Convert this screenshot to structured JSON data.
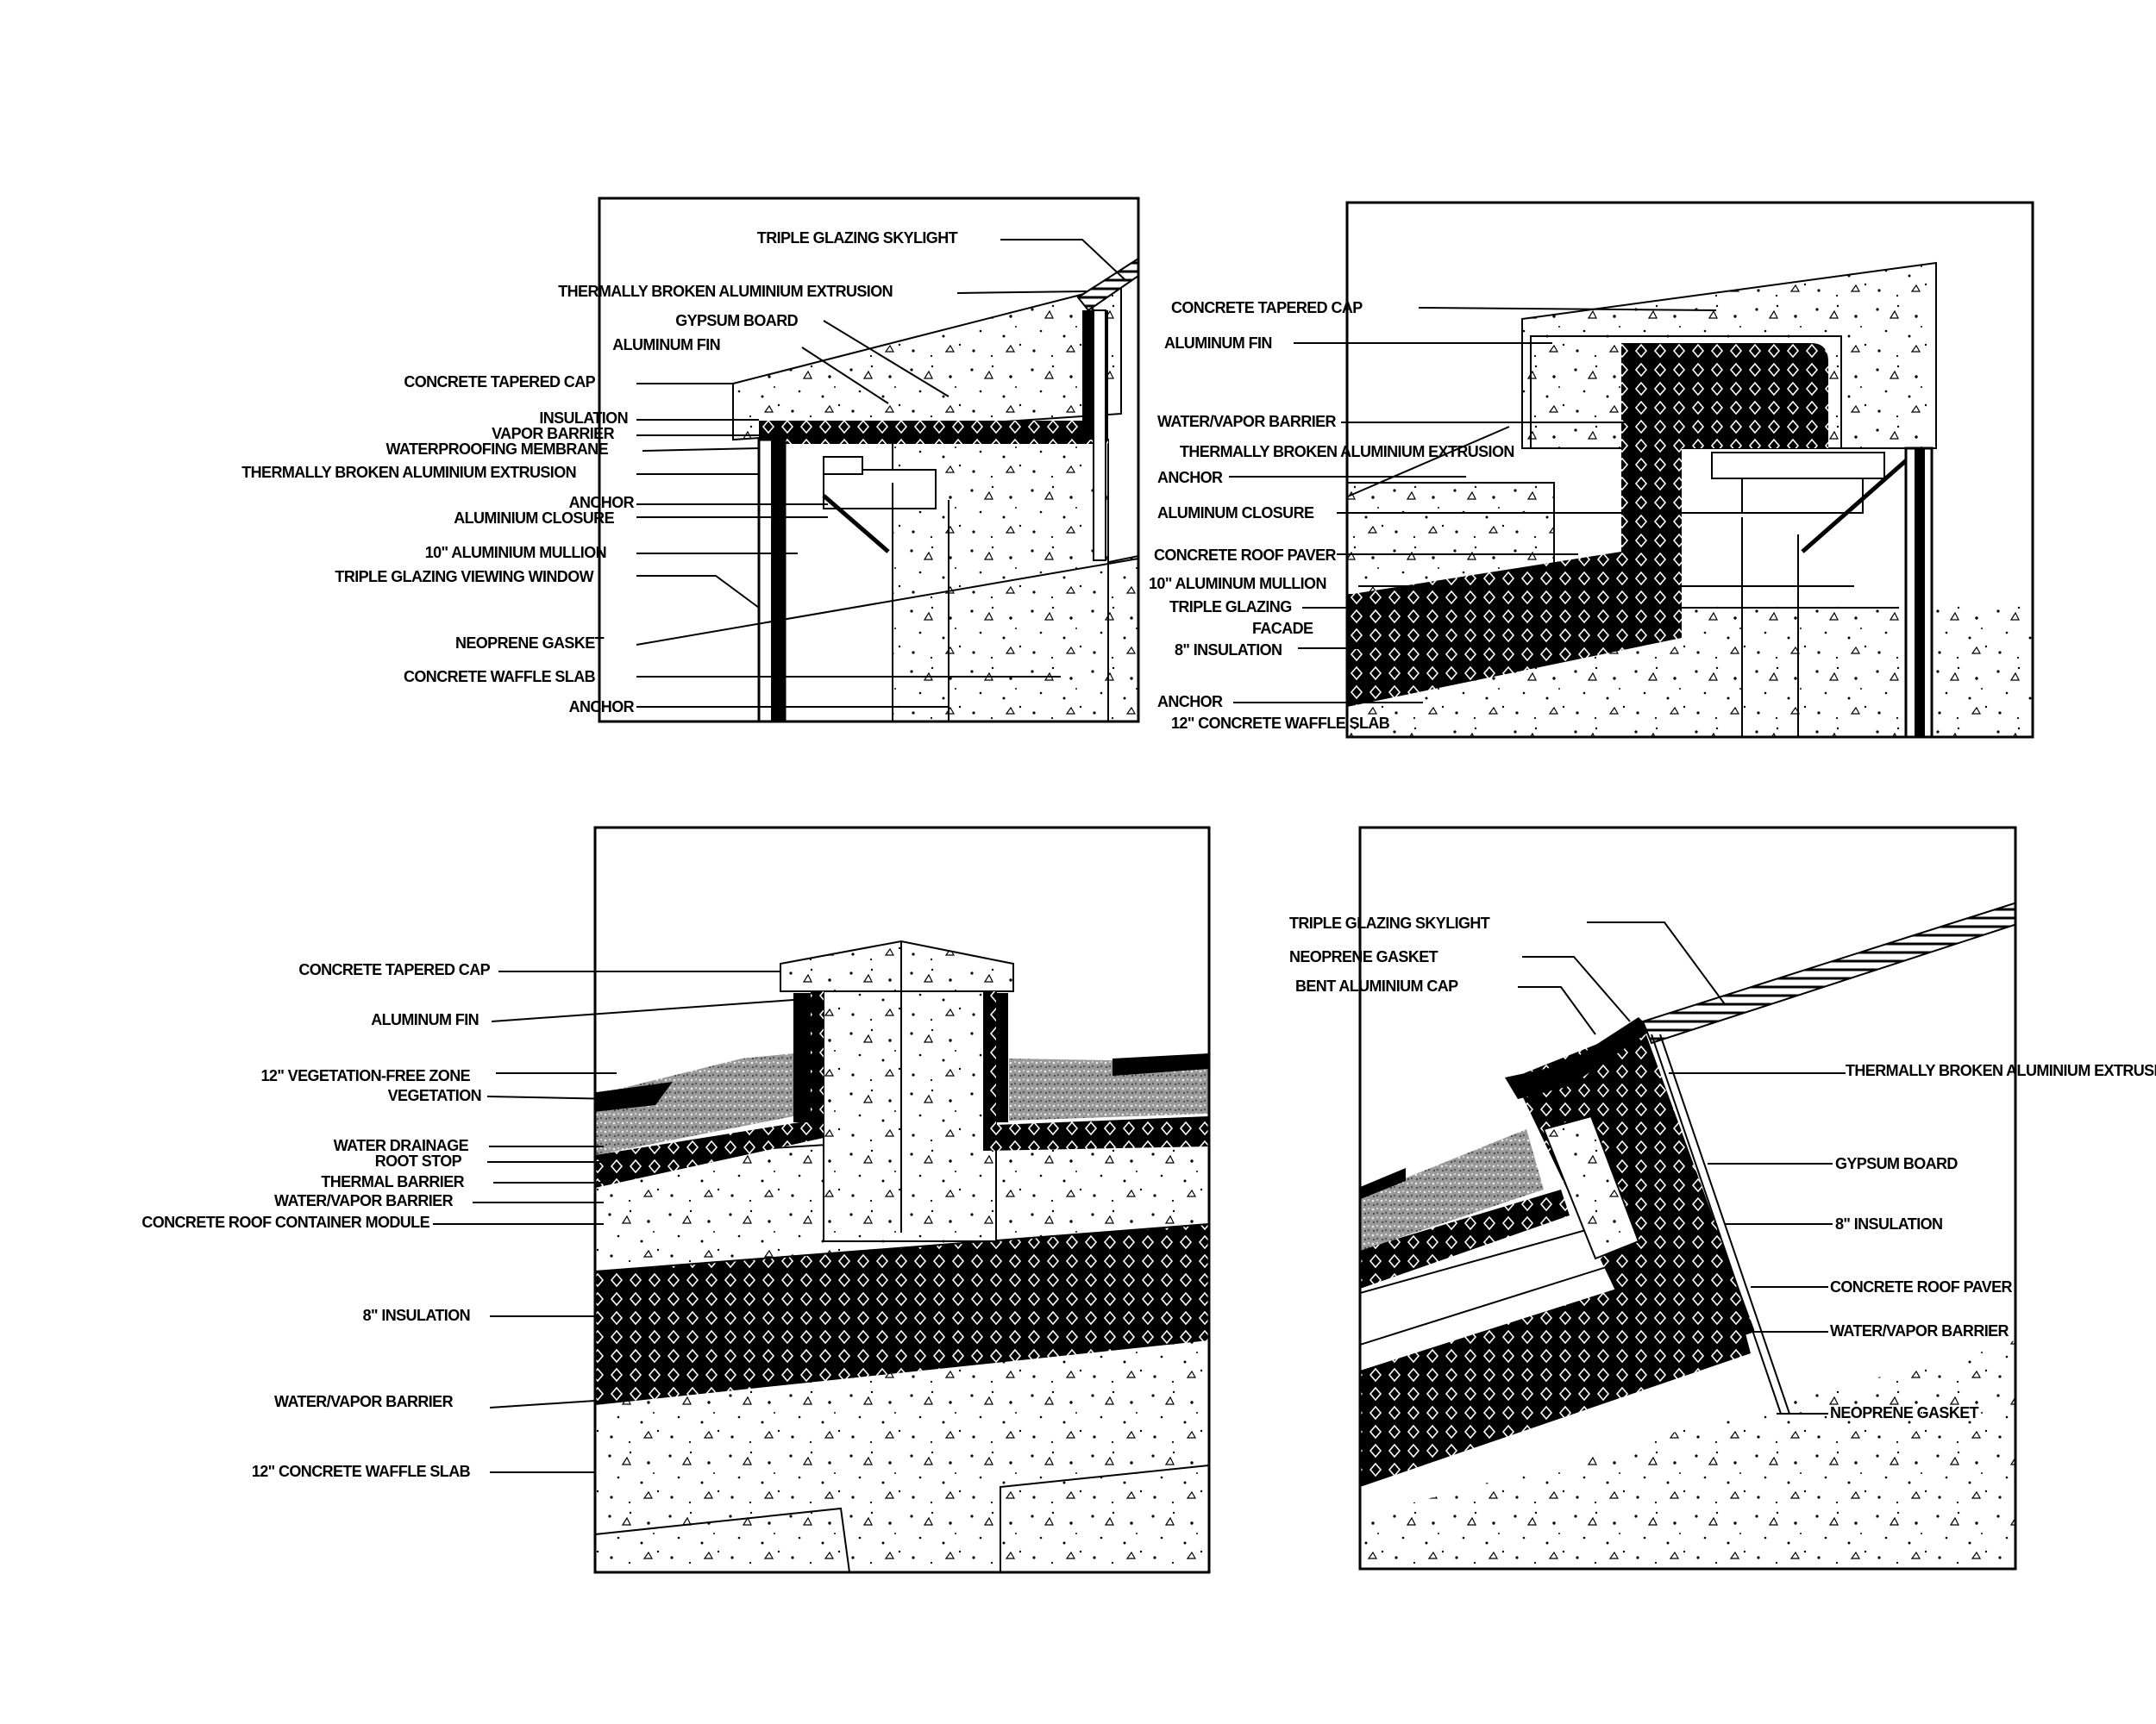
{
  "colors": {
    "ink": "#000000",
    "paper": "#ffffff",
    "vegetation": "#8a8a8a"
  },
  "details": {
    "d1": {
      "labels": {
        "skylight": "TRIPLE GLAZING SKYLIGHT",
        "extrusion_top": "THERMALLY BROKEN ALUMINIUM EXTRUSION",
        "gypsum": "GYPSUM BOARD",
        "fin": "ALUMINUM FIN",
        "cap": "CONCRETE TAPERED CAP",
        "insulation": "INSULATION",
        "vapor": "VAPOR BARRIER",
        "membrane": "WATERPROOFING MEMBRANE",
        "extrusion_low": "THERMALLY BROKEN ALUMINIUM EXTRUSION",
        "anchor_mid": "ANCHOR",
        "closure": "ALUMINIUM CLOSURE",
        "mullion": "10\" ALUMINIUM MULLION",
        "window": "TRIPLE GLAZING VIEWING WINDOW",
        "gasket": "NEOPRENE GASKET",
        "slab": "CONCRETE WAFFLE SLAB",
        "anchor_low": "ANCHOR"
      }
    },
    "d2": {
      "labels": {
        "cap": "CONCRETE TAPERED CAP",
        "fin": "ALUMINUM FIN",
        "barrier": "WATER/VAPOR BARRIER",
        "extrusion": "THERMALLY BROKEN ALUMINIUM EXTRUSION",
        "anchor_top": "ANCHOR",
        "closure": "ALUMINUM CLOSURE",
        "paver": "CONCRETE ROOF PAVER",
        "mullion": "10\" ALUMINUM MULLION",
        "facade_1": "TRIPLE GLAZING",
        "facade_2": "FACADE",
        "insulation": "8\" INSULATION",
        "anchor_low": "ANCHOR",
        "slab": "12\" CONCRETE WAFFLE SLAB"
      }
    },
    "d3": {
      "labels": {
        "cap": "CONCRETE TAPERED CAP",
        "fin": "ALUMINUM FIN",
        "zone": "12\" VEGETATION-FREE ZONE",
        "vegetation": "VEGETATION",
        "drainage": "WATER DRAINAGE",
        "root": "ROOT STOP",
        "thermal": "THERMAL BARRIER",
        "barrier_top": "WATER/VAPOR BARRIER",
        "module": "CONCRETE ROOF CONTAINER MODULE",
        "insulation": "8\" INSULATION",
        "barrier_low": "WATER/VAPOR BARRIER",
        "slab": "12\" CONCRETE WAFFLE SLAB"
      }
    },
    "d4": {
      "labels": {
        "skylight": "TRIPLE GLAZING SKYLIGHT",
        "gasket_top": "NEOPRENE GASKET",
        "bent_cap": "BENT ALUMINIUM CAP",
        "extrusion": "THERMALLY BROKEN ALUMINIUM EXTRUSION",
        "gypsum": "GYPSUM BOARD",
        "insulation": "8\" INSULATION",
        "paver": "CONCRETE ROOF PAVER",
        "barrier": "WATER/VAPOR BARRIER",
        "gasket_low": "NEOPRENE GASKET"
      }
    }
  }
}
